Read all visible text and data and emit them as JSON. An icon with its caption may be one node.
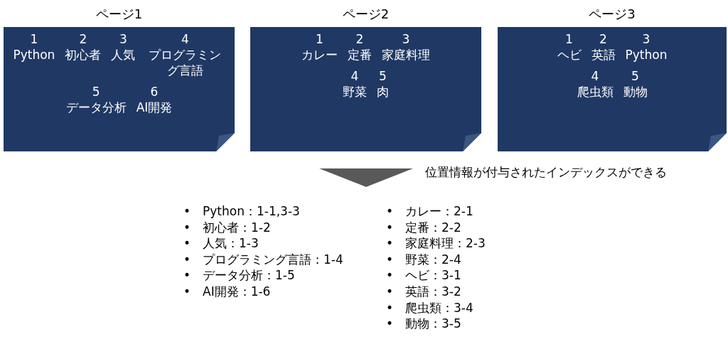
{
  "diagram": {
    "nodes": [
      {
        "text": [
          "ページ1",
          "1 Python",
          "2 初心者",
          "3 人気",
          "4 プログラミング言語",
          "5 データ分析",
          "6 AI開発"
        ]
      },
      {
        "text": [
          "ページ2",
          "1 カレー",
          "2 定番",
          "3 家庭料理",
          "4 野菜",
          "5 肉"
        ]
      },
      {
        "text": [
          "ページ3",
          "1 ヘビ",
          "2 英語",
          "3 Python",
          "4 爬虫類",
          "5 動物"
        ]
      },
      {
        "text": [
          "•　Python：1-1,3-3",
          "•　初心者：1-2",
          "•　人気：1-3",
          "•　プログラミング言語：1-4",
          "•　データ分析：1-5",
          "•　AI開発：1-6",
          "•　カレー：2-1",
          "•　定番：2-2",
          "•　家庭料理：2-3",
          "•　野菜：2-4",
          "•　ヘビ：3-1",
          "•　英語：3-2",
          "•　爬虫類：3-4",
          "•　動物：3-5"
        ]
      }
    ],
    "edges": [
      {
        "from": 1,
        "to": 3,
        "arrow": "to"
      }
    ],
    "labels": [
      "位置情報が付与されたインデックスができる"
    ]
  }
}
